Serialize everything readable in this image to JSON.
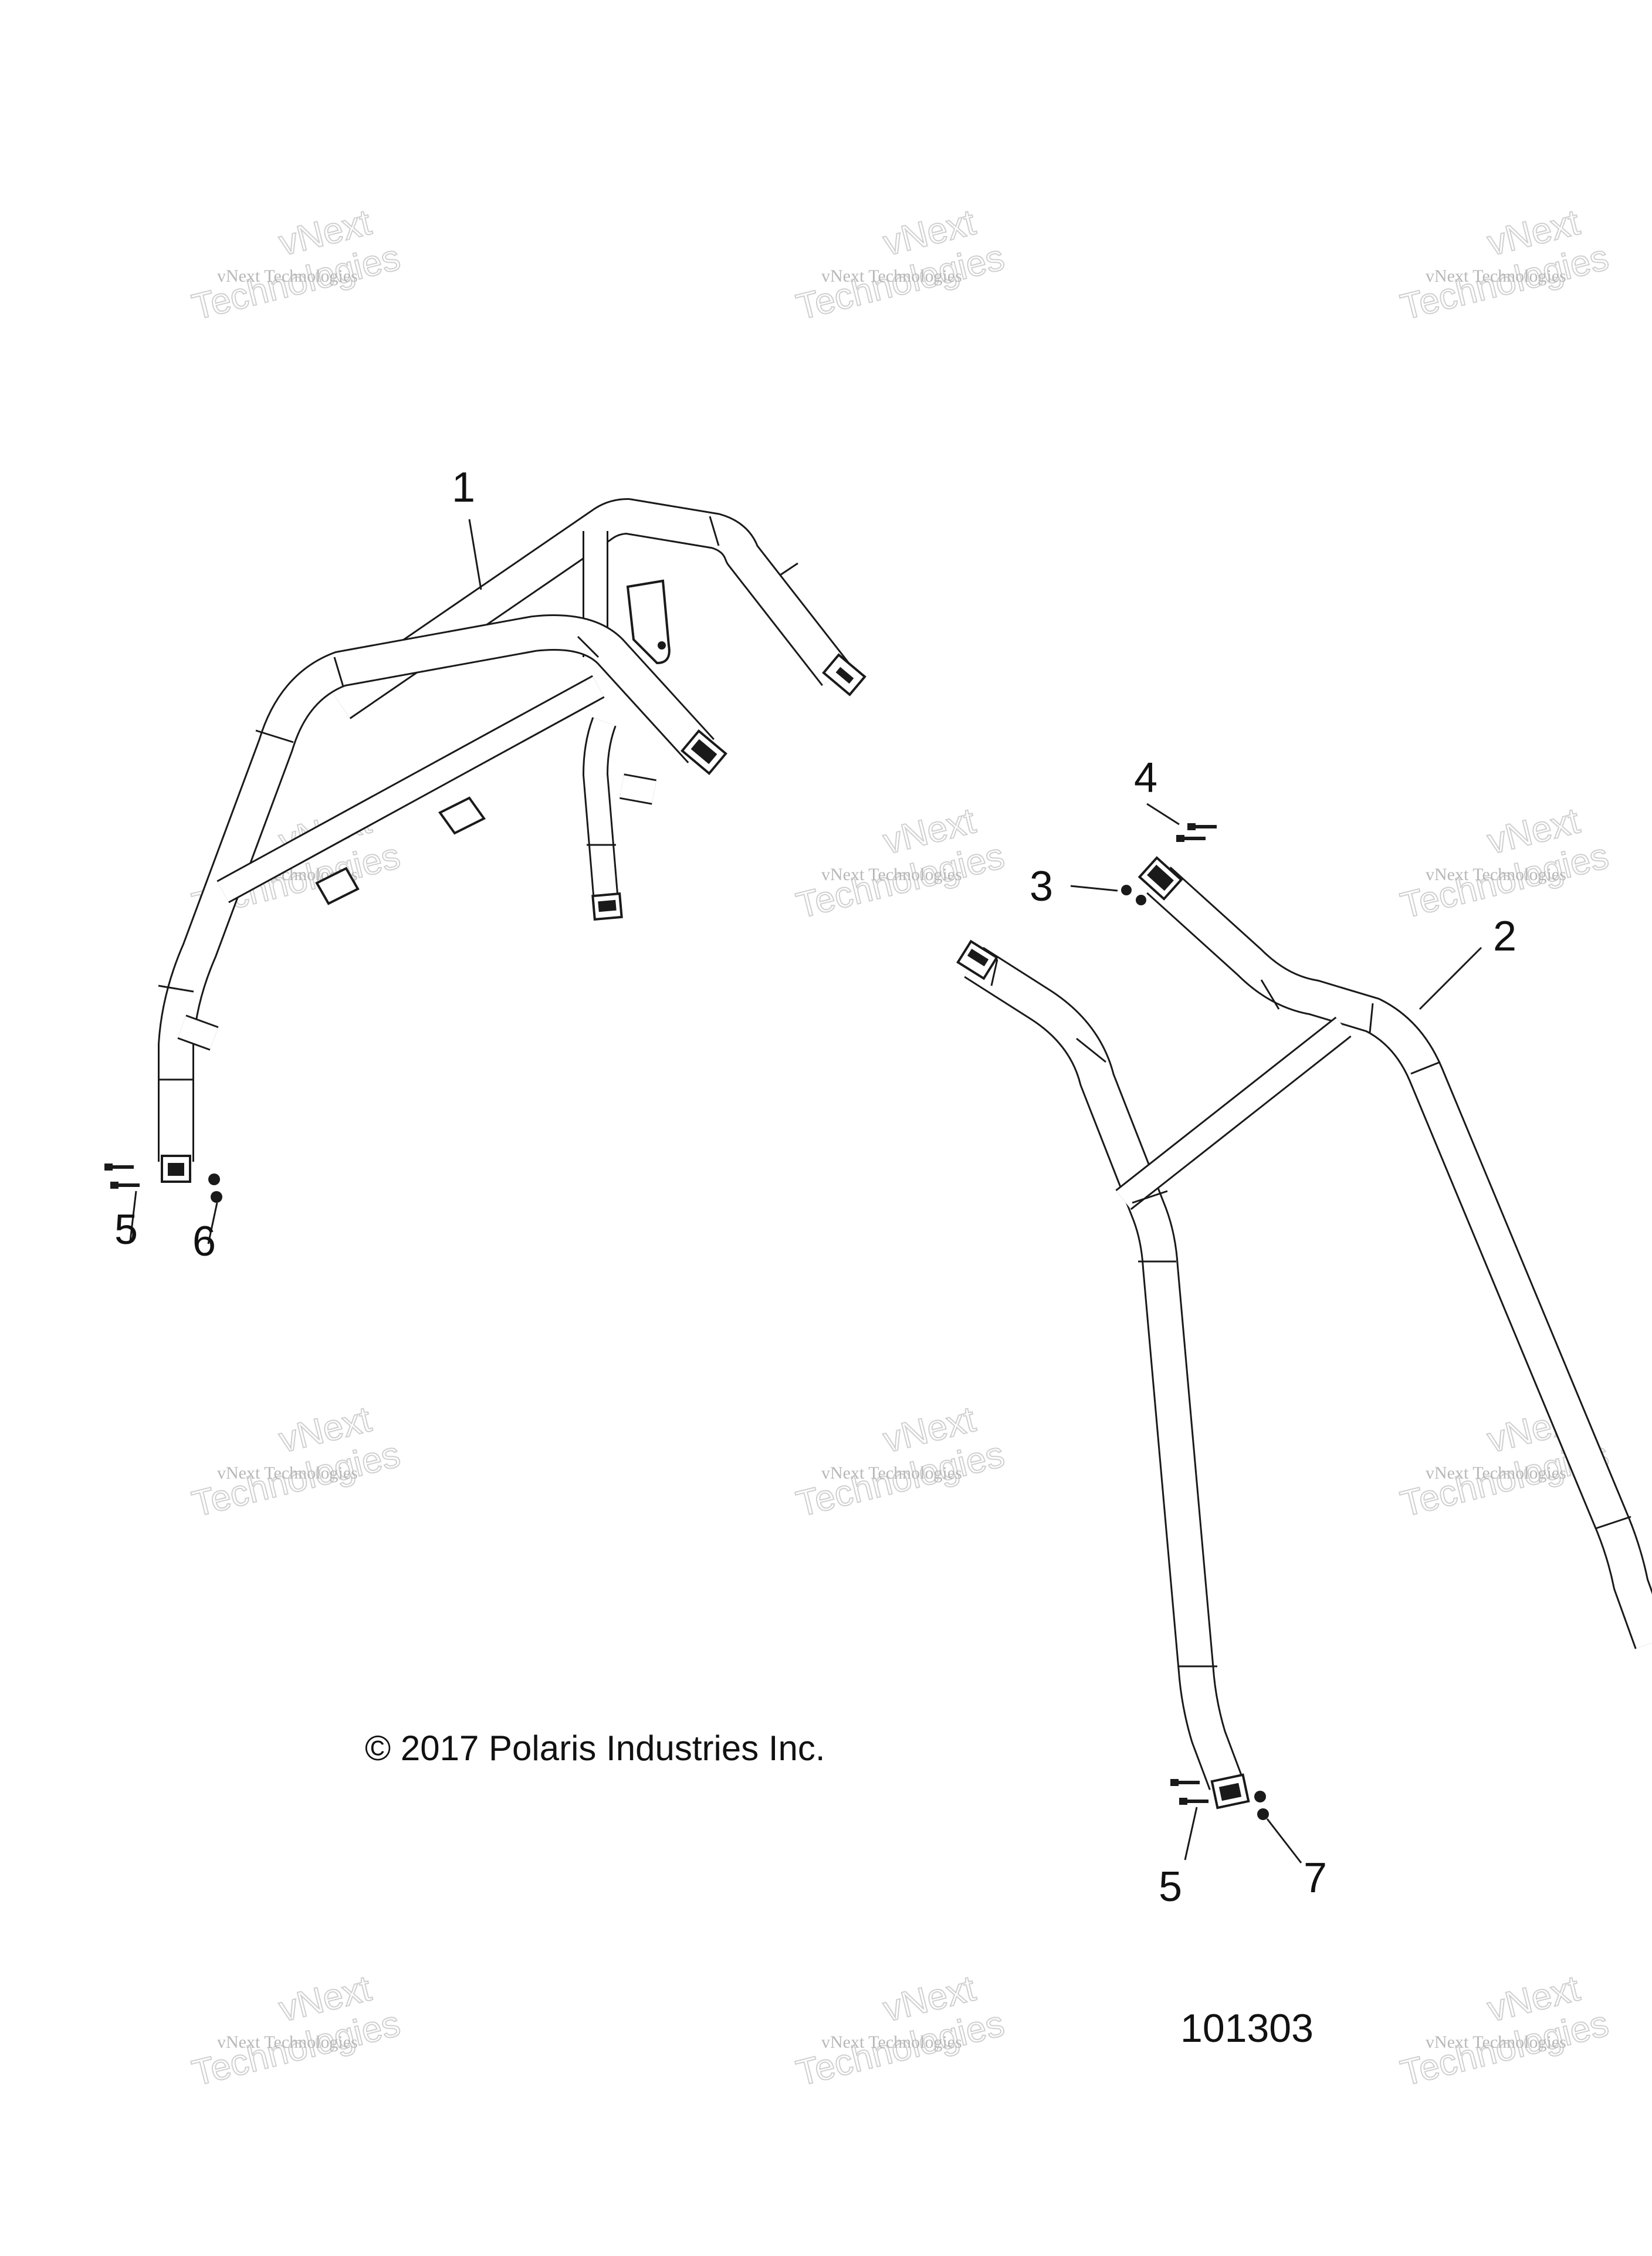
{
  "diagram": {
    "callouts": {
      "c1": "1",
      "c2": "2",
      "c3": "3",
      "c4": "4",
      "c5a": "5",
      "c5b": "5",
      "c6": "6",
      "c7": "7"
    },
    "copyright": "© 2017 Polaris Industries Inc.",
    "figure_number": "101303",
    "watermark": {
      "line_small": "vNext Technologies",
      "line_large_1": "vNext",
      "line_large_2": "Technologies"
    },
    "colors": {
      "line": "#1a1a1a",
      "background": "#ffffff",
      "watermark": "#c8c8c8"
    }
  }
}
